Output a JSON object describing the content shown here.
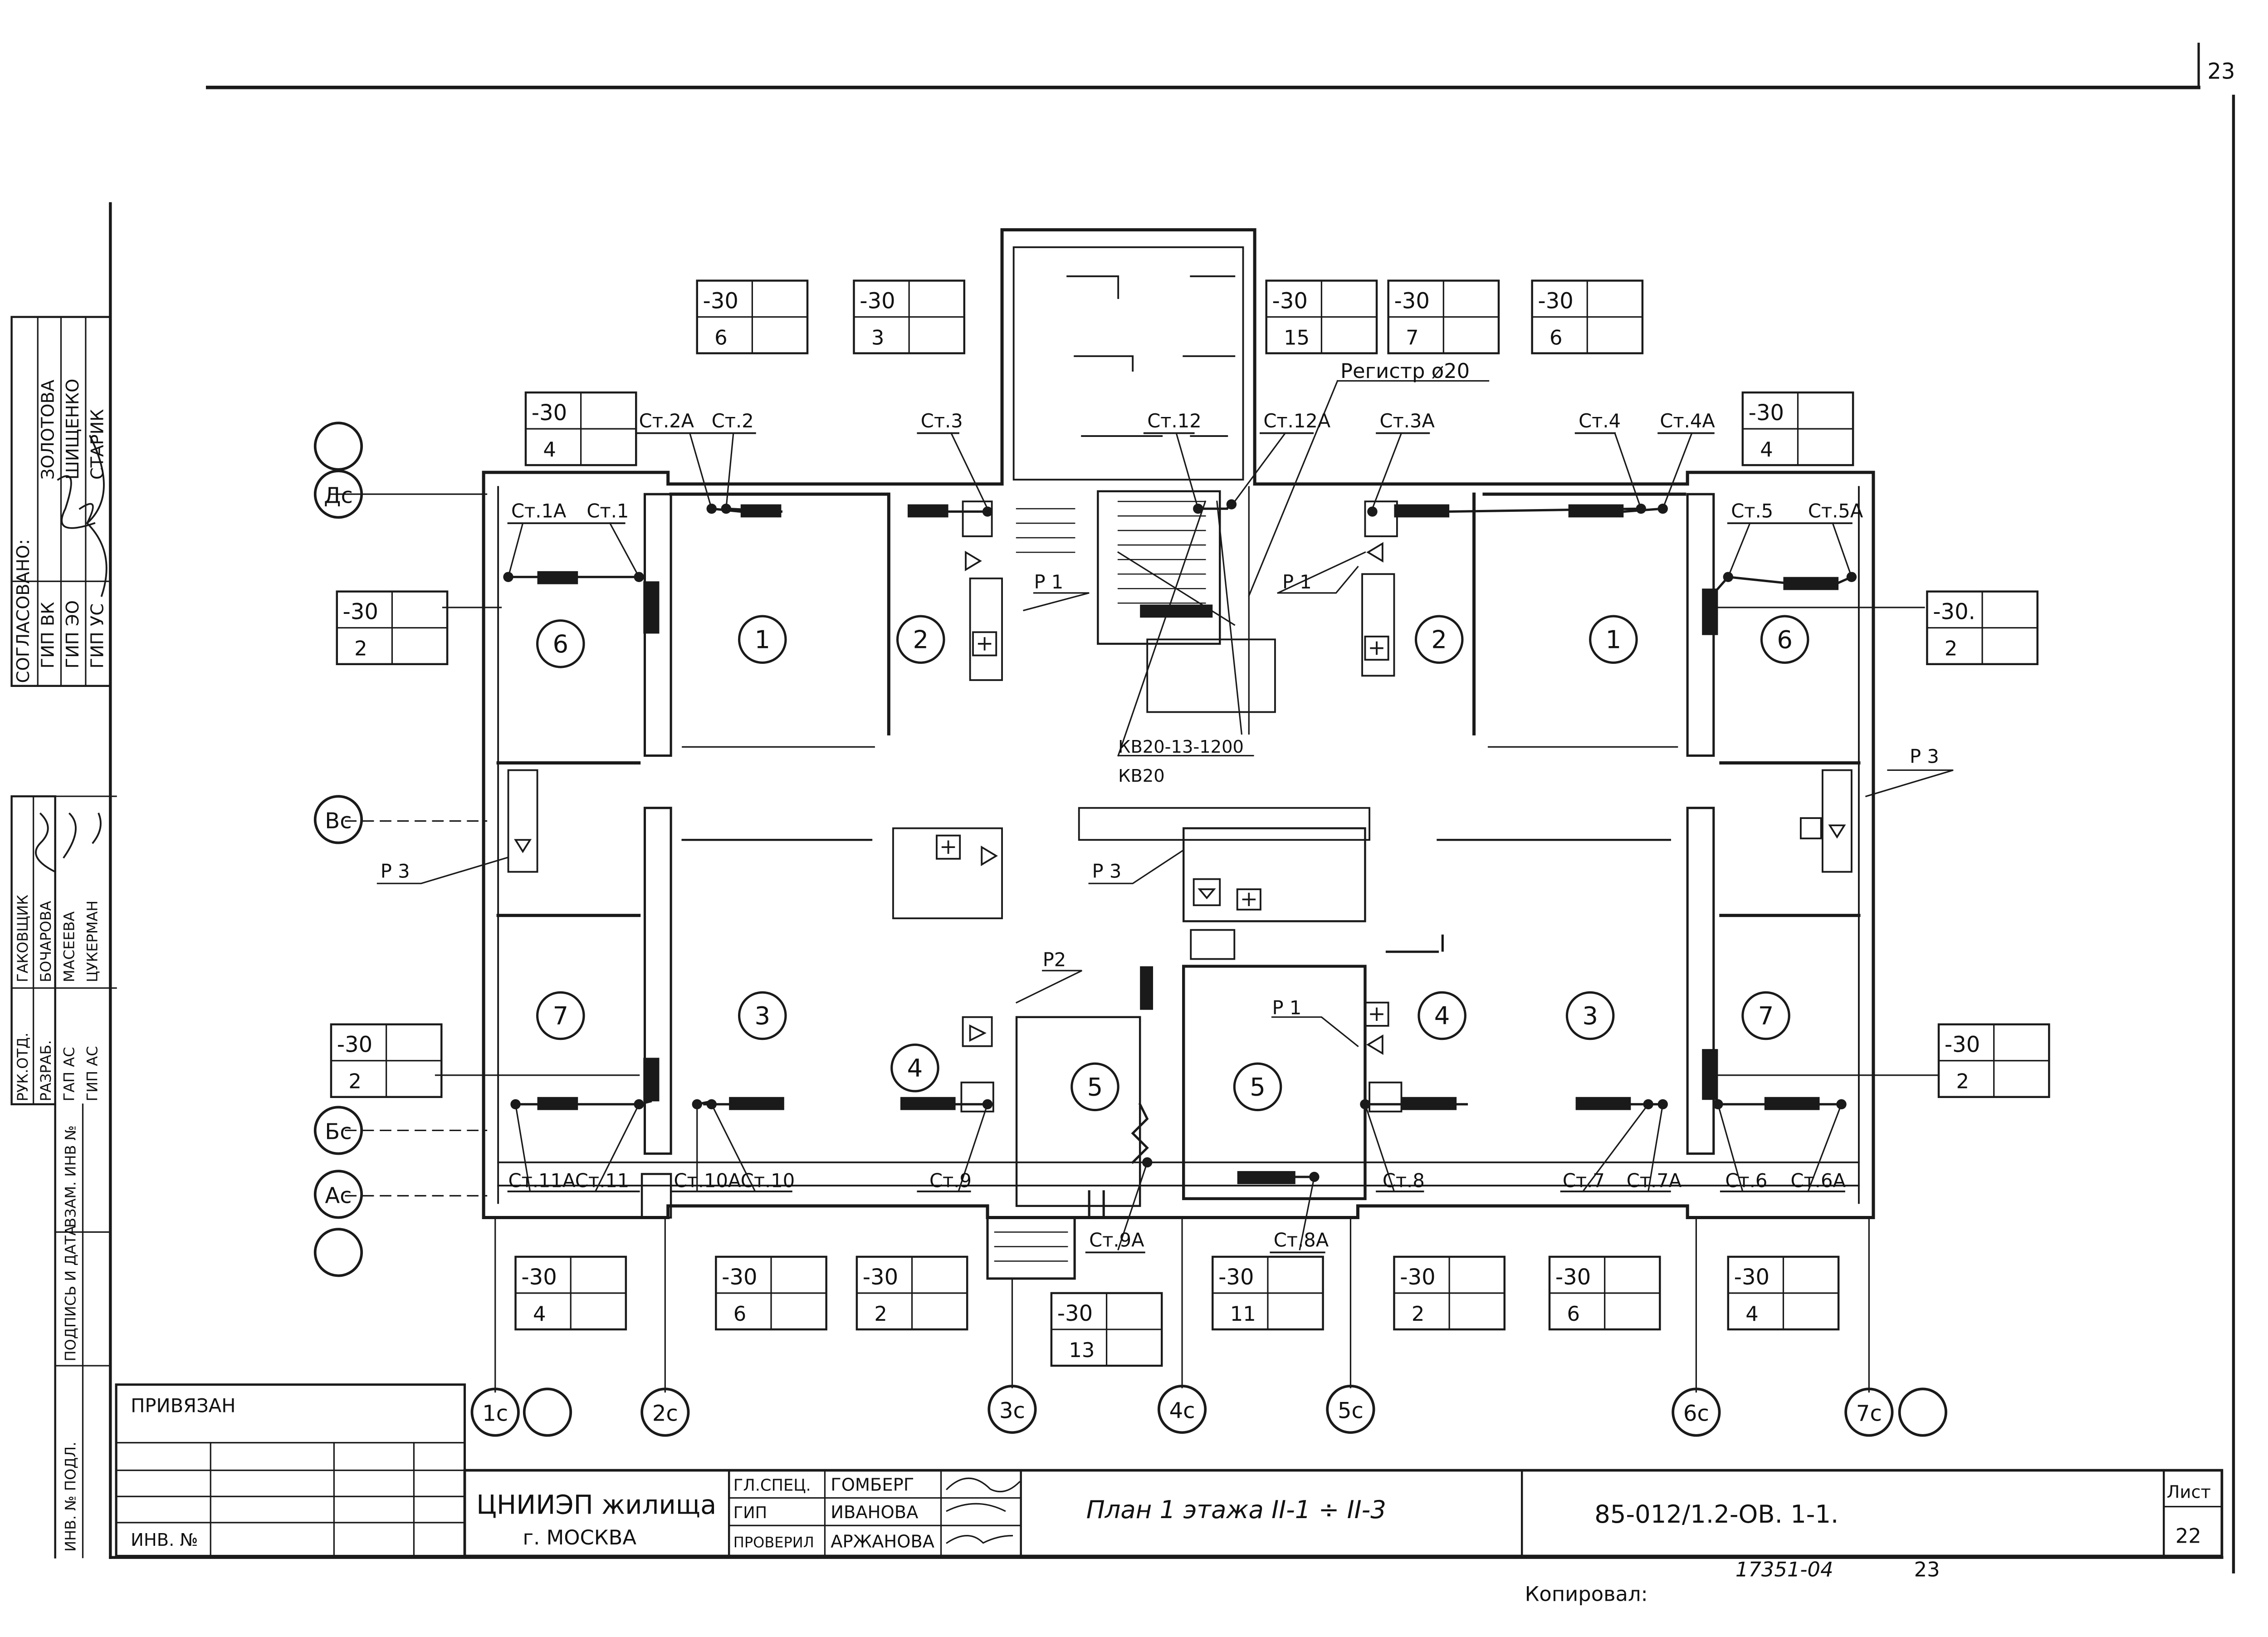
{
  "page_number_top": "23",
  "approval_strip": {
    "heading": "СОГЛАСОВАНО:",
    "rows": [
      {
        "role": "ГИП ВК",
        "name": "ЗОЛОТОВА"
      },
      {
        "role": "ГИП ЭО",
        "name": "ШИЩЕНКО"
      },
      {
        "role": "ГИП УС",
        "name": "СТАРИК"
      }
    ]
  },
  "staff_strip": {
    "rows": [
      {
        "role": "РУК.ОТД.",
        "name": "ГАКОВЩИК"
      },
      {
        "role": "РАЗРАБ.",
        "name": "БОЧАРОВА"
      },
      {
        "role": "ГАП АС",
        "name": "МАСЕЕВА"
      },
      {
        "role": "ГИП АС",
        "name": "ЦУКЕРМАН"
      }
    ]
  },
  "left_margin_labels": [
    "ВЗАМ. ИНВ №",
    "ПОДПИСЬ И ДАТА",
    "ИНВ. № ПОДЛ."
  ],
  "temperature_boxes": [
    {
      "temp": "-30",
      "count": "6"
    },
    {
      "temp": "-30",
      "count": "3"
    },
    {
      "temp": "-30",
      "count": "15"
    },
    {
      "temp": "-30",
      "count": "7"
    },
    {
      "temp": "-30",
      "count": "6"
    },
    {
      "temp": "-30",
      "count": "4"
    },
    {
      "temp": "-30",
      "count": "4"
    },
    {
      "temp": "-30",
      "count": "2"
    },
    {
      "temp": "-30.",
      "count": "2"
    },
    {
      "temp": "-30",
      "count": "2"
    },
    {
      "temp": "-30",
      "count": "2"
    },
    {
      "temp": "-30",
      "count": "4"
    },
    {
      "temp": "-30",
      "count": "6"
    },
    {
      "temp": "-30",
      "count": "2"
    },
    {
      "temp": "-30",
      "count": "13"
    },
    {
      "temp": "-30",
      "count": "11"
    },
    {
      "temp": "-30",
      "count": "2"
    },
    {
      "temp": "-30",
      "count": "6"
    },
    {
      "temp": "-30",
      "count": "4"
    }
  ],
  "riser_labels": [
    "Ст.2А",
    "Ст.2",
    "Ст.3",
    "Ст.12",
    "Ст.12А",
    "Ст.3А",
    "Ст.4",
    "Ст.4А",
    "Ст.1А",
    "Ст.1",
    "Ст.5",
    "Ст.5А",
    "Ст.11А",
    "Ст.11",
    "Ст.10А",
    "Ст.10",
    "Ст.9",
    "Ст.9А",
    "Ст.8А",
    "Ст.8",
    "Ст.7",
    "Ст.7А",
    "Ст.6",
    "Ст.6А"
  ],
  "register_label": "Регистр ø20",
  "pipe_labels": {
    "p1": "Р 1",
    "p2": "Р2",
    "p3": "Р 3"
  },
  "convector_labels": [
    "КВ20-13-1200",
    "КВ20"
  ],
  "room_numbers": [
    "6",
    "1",
    "2",
    "2",
    "1",
    "6",
    "7",
    "3",
    "4",
    "5",
    "5",
    "4",
    "3",
    "7"
  ],
  "row_axes": [
    "Дс",
    "Вс",
    "Бс",
    "Ас"
  ],
  "column_axes": [
    "1с",
    "2с",
    "3с",
    "4с",
    "5с",
    "6с",
    "7с"
  ],
  "roman_mark": "I",
  "title_block": {
    "privyazan": "ПРИВЯЗАН",
    "inv_no": "ИНВ. №",
    "org_line1": "ЦНИИЭП жилища",
    "org_line2": "г. МОСКВА",
    "roles": [
      "ГЛ.СПЕЦ.",
      "ГИП",
      "ПРОВЕРИЛ"
    ],
    "names": [
      "ГОМБЕРГ",
      "ИВАНОВА",
      "АРЖАНОВА"
    ],
    "sheet_title": "План 1 этажа  II-1 ÷ II-3",
    "code": "85-012/1.2-ОВ.  1-1.",
    "sheet_label": "Лист",
    "sheet_number": "22"
  },
  "bottom_notes": {
    "stamp": "17351-04",
    "page": "23",
    "copied": "Копировал:"
  }
}
